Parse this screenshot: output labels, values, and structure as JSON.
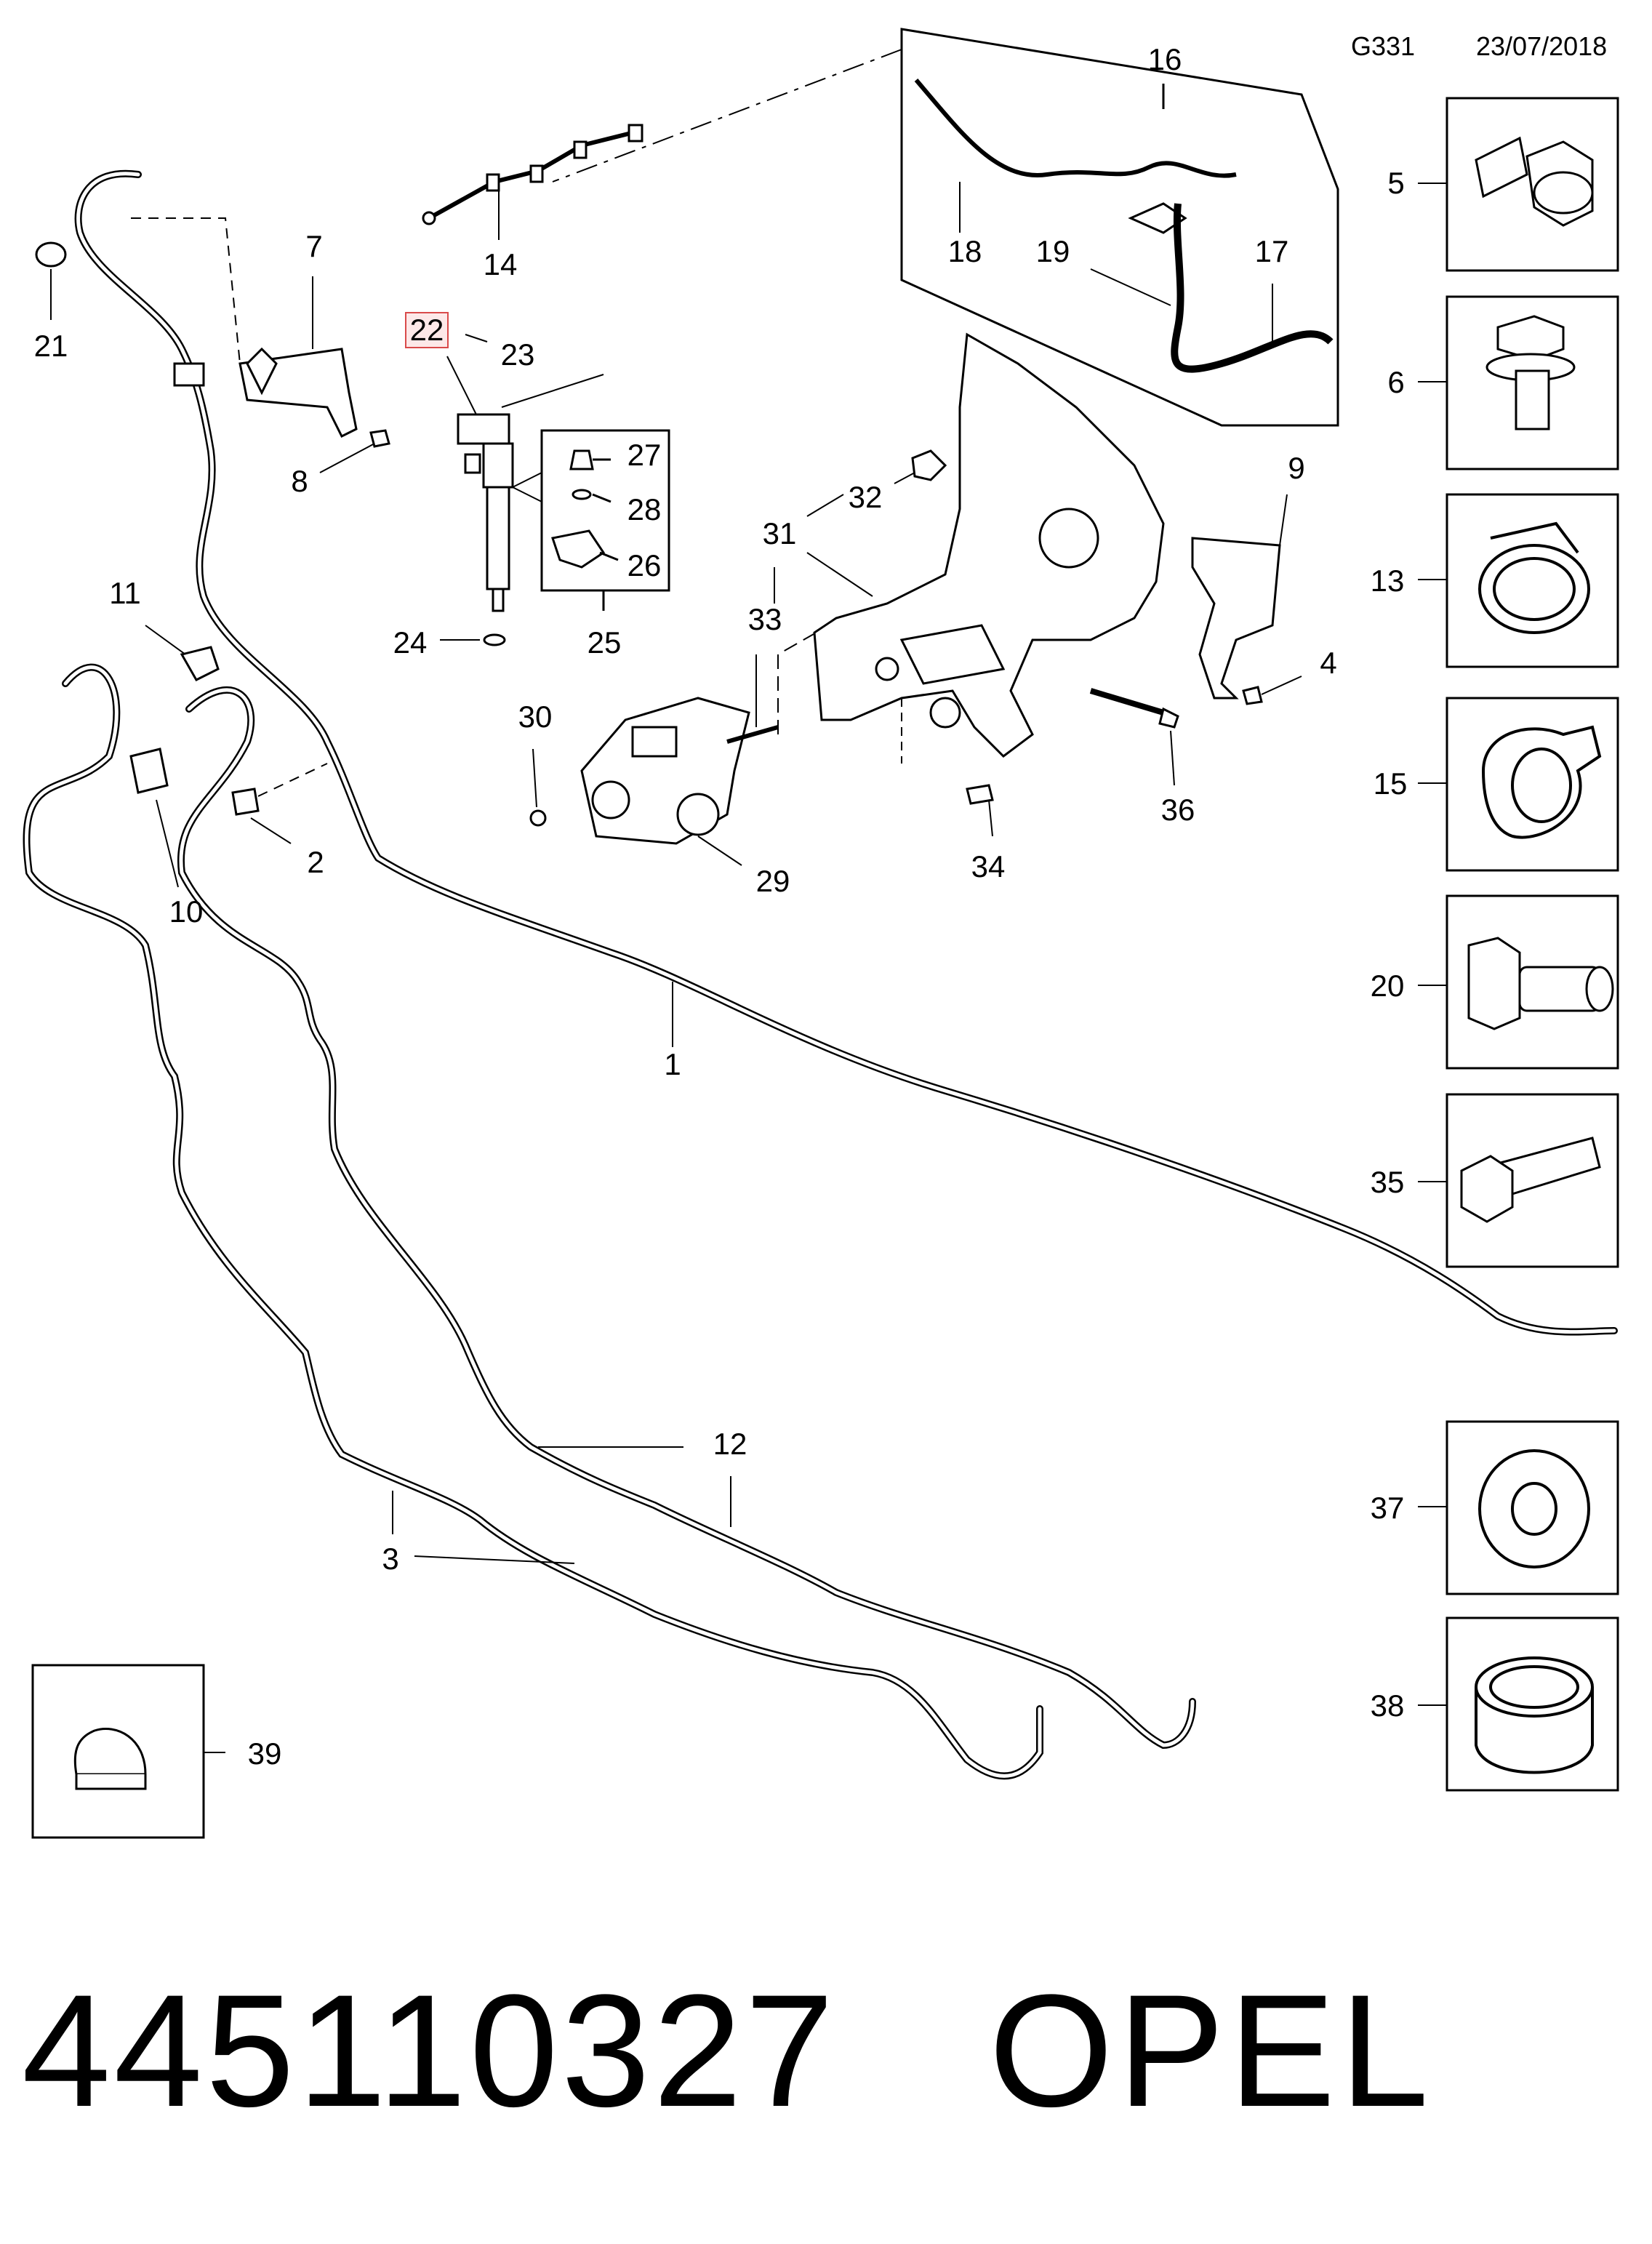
{
  "header": {
    "code": "G331",
    "date": "23/07/2018"
  },
  "callouts": {
    "c1": "1",
    "c2": "2",
    "c3": "3",
    "c4": "4",
    "c5": "5",
    "c6": "6",
    "c7": "7",
    "c8": "8",
    "c9": "9",
    "c10": "10",
    "c11": "11",
    "c12": "12",
    "c13": "13",
    "c14": "14",
    "c15": "15",
    "c16": "16",
    "c17": "17",
    "c18": "18",
    "c19": "19",
    "c20": "20",
    "c21": "21",
    "c22": "22",
    "c23": "23",
    "c24": "24",
    "c25": "25",
    "c26": "26",
    "c27": "27",
    "c28": "28",
    "c29": "29",
    "c30": "30",
    "c31": "31",
    "c32": "32",
    "c33": "33",
    "c34": "34",
    "c35": "35",
    "c36": "36",
    "c37": "37",
    "c38": "38",
    "c39": "39"
  },
  "highlighted_callout": "22",
  "footer": {
    "part_number": "445110327",
    "brand": "OPEL"
  },
  "colors": {
    "line": "#000000",
    "highlight_border": "#d94a4a",
    "highlight_fill": "#fde8e8"
  }
}
